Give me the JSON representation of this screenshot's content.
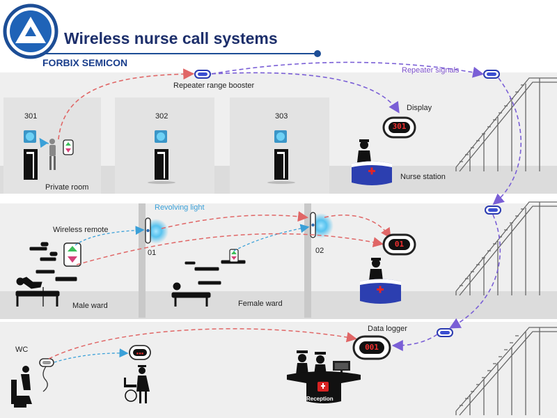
{
  "header": {
    "title": "Wireless nurse call systems",
    "brand": "FORBIX SEMICON",
    "logo_icon": "forbix-logo-icon"
  },
  "labels": {
    "repeater_booster": "Repeater  range  booster",
    "repeater_signals": "Repeater  signals",
    "display": "Display",
    "nurse_station": "Nurse  station",
    "private_room": "Private  room",
    "revolving_light": "Revolving  light",
    "wireless_remote": "Wireless  remote",
    "male_ward": "Male  ward",
    "female_ward": "Female  ward",
    "data_logger": "Data  logger",
    "wc": "WC",
    "reception": "Reception"
  },
  "rooms": [
    "301",
    "302",
    "303"
  ],
  "light_ids": [
    "01",
    "02"
  ],
  "displays": {
    "nurse_station": "301",
    "ward": "01",
    "logger": "001"
  },
  "colors": {
    "primary": "#1d2f6b",
    "red_signal": "#e06666",
    "purple_signal": "#7a5fd6",
    "blue_signal": "#3aa0d8",
    "desk": "#2c3fb0"
  }
}
